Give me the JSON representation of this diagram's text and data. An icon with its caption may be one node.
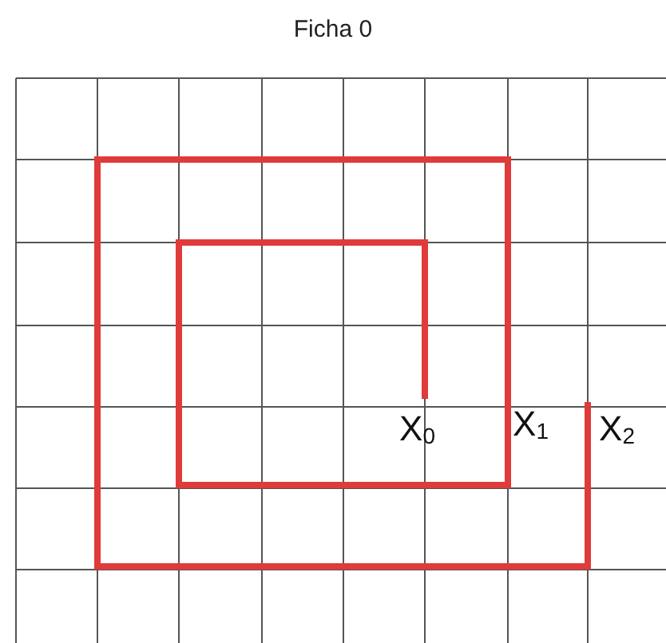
{
  "diagram": {
    "title": "Ficha 0",
    "labels": [
      "X$_{0}$",
      "X$_{1}$",
      "X$_{2}$"
    ]
  }
}
